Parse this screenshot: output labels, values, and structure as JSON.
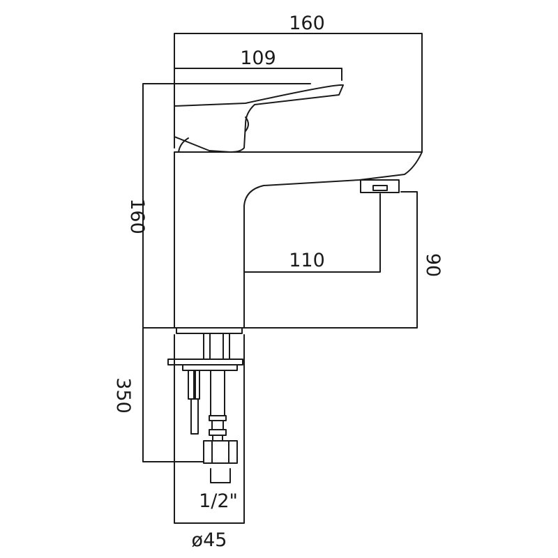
{
  "diagram": {
    "dimensions": {
      "overall_width": "160",
      "handle_length": "109",
      "overall_height": "160",
      "spout_reach": "110",
      "spout_height": "90",
      "tail_length": "350",
      "connection": "1/2\"",
      "base_diameter": "ø45"
    },
    "colors": {
      "line": "#1a1a1a",
      "background": "#ffffff"
    }
  }
}
